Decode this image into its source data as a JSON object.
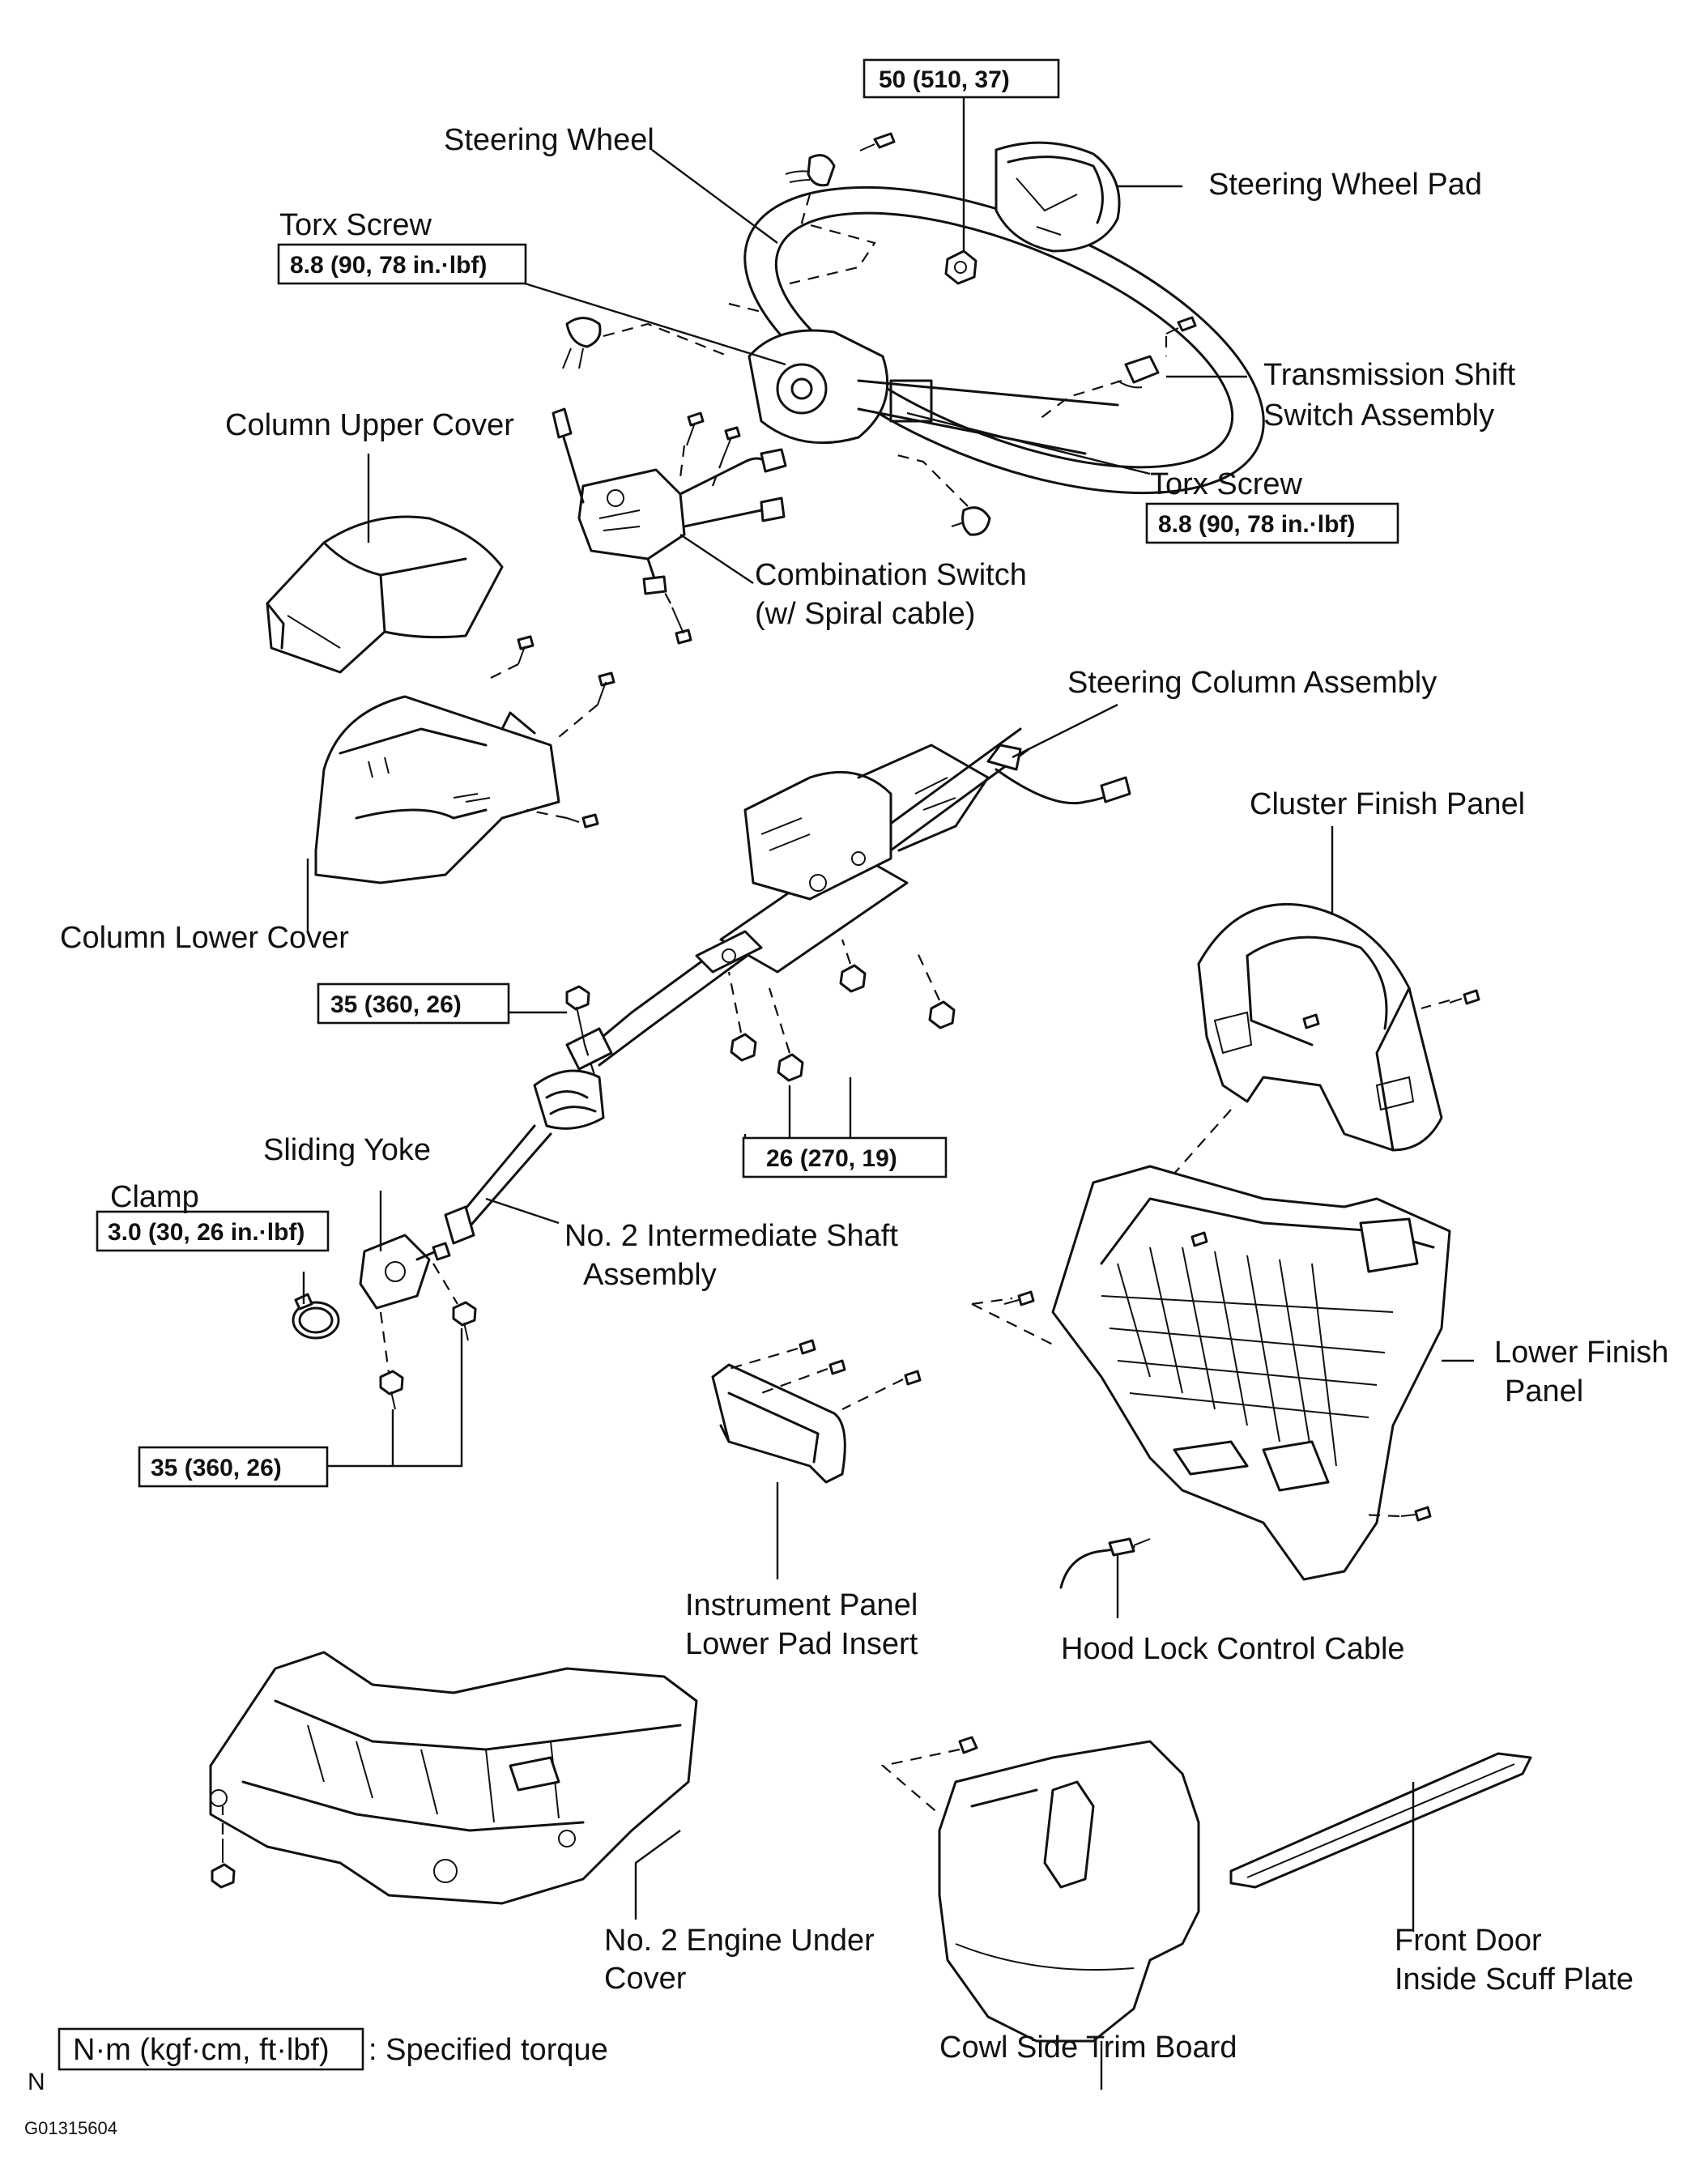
{
  "labels": {
    "steering_wheel": "Steering Wheel",
    "steering_wheel_pad": "Steering Wheel Pad",
    "torx_screw_left": "Torx Screw",
    "torx_screw_right": "Torx Screw",
    "transmission_shift_1": "Transmission Shift",
    "transmission_shift_2": "Switch Assembly",
    "column_upper_cover": "Column Upper Cover",
    "combination_switch_1": "Combination Switch",
    "combination_switch_2": "(w/ Spiral cable)",
    "steering_column_assembly": "Steering Column Assembly",
    "cluster_finish_panel": "Cluster Finish Panel",
    "column_lower_cover": "Column Lower Cover",
    "sliding_yoke": "Sliding Yoke",
    "clamp": "Clamp",
    "intermediate_shaft_1": "No. 2 Intermediate Shaft",
    "intermediate_shaft_2": "Assembly",
    "lower_finish_panel_1": "Lower Finish",
    "lower_finish_panel_2": "Panel",
    "instrument_panel_1": "Instrument Panel",
    "instrument_panel_2": "Lower Pad Insert",
    "hood_lock_cable": "Hood Lock Control Cable",
    "engine_under_cover_1": "No. 2 Engine Under",
    "engine_under_cover_2": "Cover",
    "cowl_side_trim": "Cowl Side Trim Board",
    "front_door_scuff_1": "Front Door",
    "front_door_scuff_2": "Inside Scuff Plate"
  },
  "torque_specs": {
    "nut_top": "50 (510, 37)",
    "torx_left": "8.8 (90, 78 in.·lbf)",
    "torx_right": "8.8 (90, 78 in.·lbf)",
    "bolt_35_upper": "35 (360, 26)",
    "nut_26": "26 (270, 19)",
    "clamp": "3.0 (30, 26 in.·lbf)",
    "bolt_35_lower": "35 (360, 26)"
  },
  "legend": {
    "unit": "N·m (kgf·cm, ft·lbf)",
    "description": ": Specified torque"
  },
  "footer": {
    "north_mark": "N",
    "figure_code": "G01315604"
  }
}
